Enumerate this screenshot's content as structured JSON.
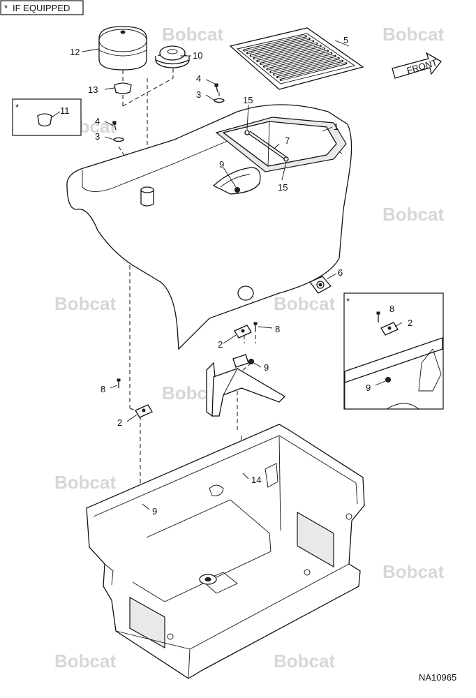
{
  "header": {
    "star": "*",
    "text": "IF EQUIPPED"
  },
  "diagram_code": "NA10965",
  "front_label": "FRONT",
  "watermark": "Bobcat",
  "callouts": [
    {
      "id": "c12",
      "text": "12"
    },
    {
      "id": "c10",
      "text": "10"
    },
    {
      "id": "c13",
      "text": "13"
    },
    {
      "id": "c5",
      "text": "5"
    },
    {
      "id": "c4a",
      "text": "4"
    },
    {
      "id": "c3a",
      "text": "3"
    },
    {
      "id": "c11",
      "text": "11"
    },
    {
      "id": "c4b",
      "text": "4"
    },
    {
      "id": "c3b",
      "text": "3"
    },
    {
      "id": "c15a",
      "text": "15"
    },
    {
      "id": "c1",
      "text": "1"
    },
    {
      "id": "c7",
      "text": "7"
    },
    {
      "id": "c9a",
      "text": "9"
    },
    {
      "id": "c15b",
      "text": "15"
    },
    {
      "id": "c6",
      "text": "6"
    },
    {
      "id": "c8a",
      "text": "8"
    },
    {
      "id": "c2a",
      "text": "2"
    },
    {
      "id": "c9b",
      "text": "9"
    },
    {
      "id": "c8b",
      "text": "8"
    },
    {
      "id": "c2b",
      "text": "2"
    },
    {
      "id": "c14",
      "text": "14"
    },
    {
      "id": "c9c",
      "text": "9"
    },
    {
      "id": "c8c",
      "text": "8"
    },
    {
      "id": "c2c",
      "text": "2"
    },
    {
      "id": "c9d",
      "text": "9"
    }
  ],
  "inset_marks": [
    "*",
    "*"
  ]
}
